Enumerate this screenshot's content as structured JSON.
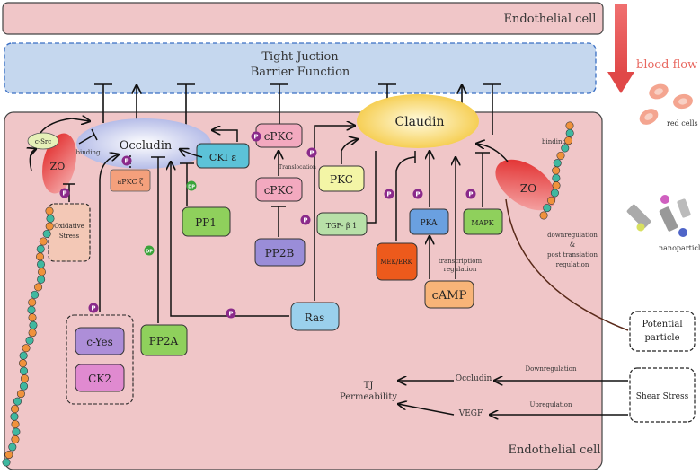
{
  "labels": {
    "endothelial_top": "Endothelial cell",
    "endothelial_bottom": "Endothelial cell",
    "tj_line1": "Tight Juction",
    "tj_line2": "Barrier Function",
    "blood_flow": "blood flow",
    "red_cells": "red cells",
    "nanoparticle": "nanoparticle",
    "occludin": "Occludin",
    "claudin": "Claudin",
    "zo": "ZO",
    "c_src": "c-Src",
    "binding": "binding",
    "oxidative_line1": "Oxidative",
    "oxidative_line2": "Stress",
    "apkc": "aPKC ζ",
    "cki": "CKI ε",
    "pp1": "PP1",
    "pp2a": "PP2A",
    "cpkc": "cPKC",
    "translocation": "Translocation",
    "pp2b": "PP2B",
    "pkc": "PKC",
    "tgf": "TGF- β 1",
    "mek": "MEK/ERK",
    "pka": "PKA",
    "mapk": "MAPK",
    "camp": "cAMP",
    "transcription_line1": "transcriptiom",
    "transcription_line2": "regulation",
    "ras": "Ras",
    "c_yes": "c-Yes",
    "ck2": "CK2",
    "downreg_line1": "downregulation",
    "downreg_line2": "&",
    "downreg_line3": "post translation",
    "downreg_line4": "regulation",
    "potential_line1": "Potential",
    "potential_line2": "particle",
    "shear_stress": "Shear Stress",
    "occludin_small": "Occludin",
    "vegf": "VEGF",
    "downregulation": "Downregulation",
    "upregulation": "Upregulation",
    "tj_perm_line1": "TJ",
    "tj_perm_line2": "Permeability",
    "p": "P",
    "dp": "DP"
  },
  "colors": {
    "cell_fill": "#f0c6c8",
    "tj_fill": "#c5d7ee",
    "tj_border": "#3a6fc4",
    "arrow_red": "#e05a5a",
    "blood_flow_text": "#e8665e",
    "p_badge": "#8a2a8a",
    "dp_badge": "#3aa33a"
  }
}
